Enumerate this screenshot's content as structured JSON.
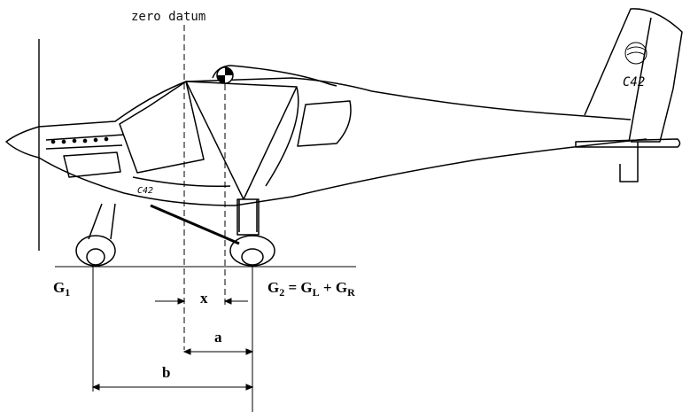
{
  "diagram": {
    "datum_label": "zero datum",
    "g1_label": "G",
    "g1_sub": "1",
    "g2_label_main": "G",
    "g2_sub": "2",
    "g2_eq": " = G",
    "g2_sub_l": "L",
    "g2_plus": " + G",
    "g2_sub_r": "R",
    "dim_x": "x",
    "dim_a": "a",
    "dim_b": "b",
    "fuselage_text": "C42",
    "tail_text": "C42",
    "colors": {
      "line": "#000000",
      "background": "#ffffff"
    }
  }
}
